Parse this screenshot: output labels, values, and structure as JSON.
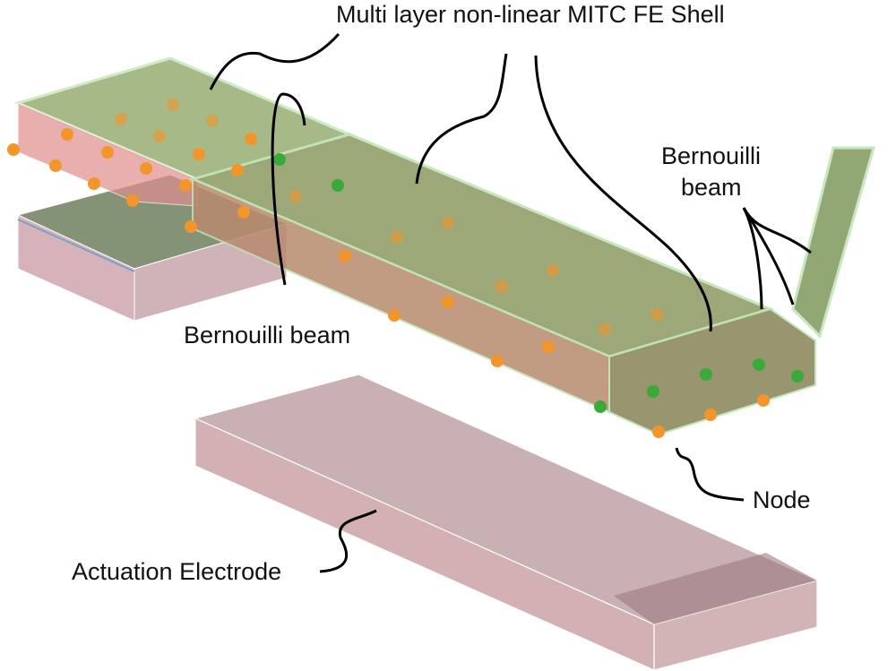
{
  "labels": {
    "shell": "Multi layer non-linear MITC FE Shell",
    "beam_left": "Bernouilli beam",
    "beam_right_line1": "Bernouilli",
    "beam_right_line2": "beam",
    "node": "Node",
    "electrode": "Actuation Electrode"
  },
  "colors": {
    "shell_green": "#5e9a4a",
    "layer_pink": "#e39a9a",
    "node_orange": "#f2952a",
    "node_green": "#3aa83a",
    "electrode": "#cfb0b3"
  }
}
